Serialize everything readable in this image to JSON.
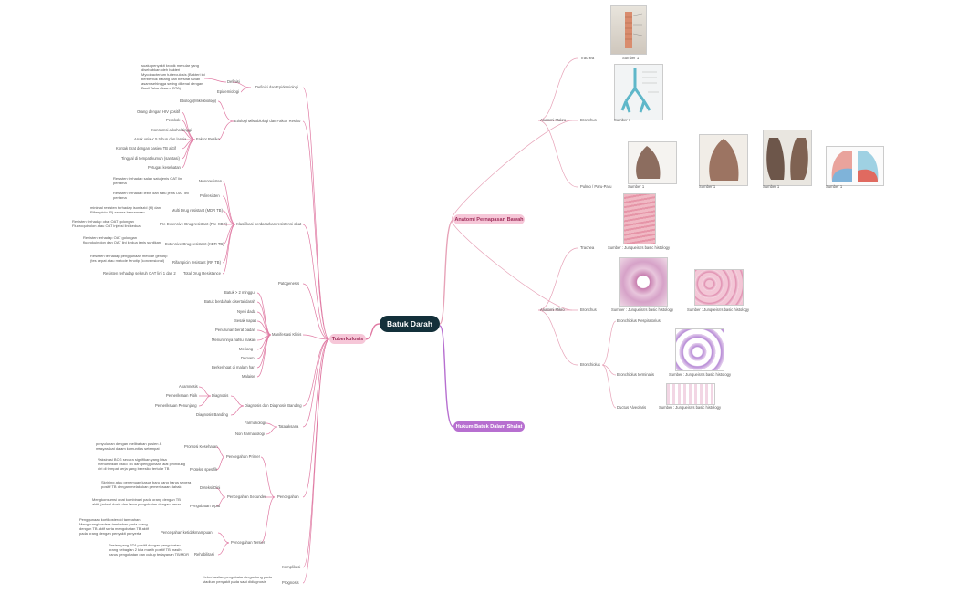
{
  "root": "Batuk Darah",
  "colors": {
    "root": "#13303a",
    "tb": "#e07aa3",
    "anat": "#e7a3b8",
    "hukum": "#b76fd0"
  },
  "tb": {
    "label": "Tuberkulosis",
    "definisi_group": "Definisi dan Epidemiologi",
    "definisi": "Definisi",
    "definisi_text": "suatu penyakit kronik menular yang disebabkan oleh bakteri Mycobacterium tuberculosis (Bakteri ini berbentuk batang dan bersifat tahan asam sehingga sering dikenal dengan Basil Tahan Asam (BTA)",
    "epidemiologi": "Epidemiologi",
    "etio_group": "Etiologi Mikrobiologi dan Faktor Resiko",
    "etiologi": "Etiologi (Mikrobiologi)",
    "faktor": "Faktor Resiko",
    "faktor_items": [
      "Orang dengan HIV positif",
      "Perokok",
      "Konsumsi alkohol tinggi",
      "Anak usia < 5 tahun dan lansia",
      "Kontak Erat dengan pasien TB aktif",
      "Tinggal di tempat kumuh (sanitasi)",
      "Petugas kesehatan"
    ],
    "klas_group": "Klasifikasi berdasarkan resistensi obat",
    "klas_items": [
      {
        "label": "Monoresisten",
        "desc": "Resisten terhadap salah satu jenis OAT lini pertama"
      },
      {
        "label": "Poliresisten",
        "desc": "Resisten terhadap lebih dari satu jenis OAT lini pertama"
      },
      {
        "label": "Multi Drug resistant (MDR TB)",
        "desc": "minimal resisten terhadap isoniazid (H) dan Rifampicin (R) secara bersamaan"
      },
      {
        "label": "Pre-Extensive Drug resistant (Pre-XDR)",
        "desc": "Resisten terhadap obat OAT golongan Fluoroquinolon atau OAT injeksi lini kedua"
      },
      {
        "label": "Extensive Drug resistant (XDR TB)",
        "desc": "Resisten terhadap OAT golongan fluorokuinolon dan OAT lini kedua jenis suntikan"
      },
      {
        "label": "Rifampicin resistant (RR TB)",
        "desc": "Resisten terhadap penggunaan metode genotip (tes cepat atau metode fenotip (konvensional)"
      },
      {
        "label": "Total Drug Resistance",
        "desc": "Resisten terhadap seluruh OAT lini 1 dan 2"
      }
    ],
    "patogenesis": "Patogenesis",
    "manifestasi": "Manifestasi Klinis",
    "manifestasi_items": [
      "Batuk > 2 minggu",
      "Batuk berdahak disertai darah",
      "Nyeri dada",
      "Sesak napas",
      "Penurunan berat badan",
      "Menurunnya nafsu makan",
      "Meriang",
      "Demam",
      "Berkeringat di malam hari",
      "Malaise"
    ],
    "diagnosis_group": "Diagnosis dan Diagnosis Banding",
    "diagnosis": "Diagnosis",
    "diagnosis_items": [
      "Anamnesis",
      "Pemeriksaan Fisik",
      "Pemeriksaan Penunjang"
    ],
    "diagnosis_banding": "Diagnosis Banding",
    "tatalaksana": "Tatalaksana",
    "tatalaksana_items": [
      "Farmakologi",
      "Non Farmakologi"
    ],
    "pencegahan": "Pencegahan",
    "primer": "Pencegahan Primer",
    "primer_items": [
      {
        "label": "Promosi Kesehatan",
        "desc": "penyuluhan dengan melibatkan pasien & masyarakat dalam komunitas setempat"
      },
      {
        "label": "Proteksi spesifik",
        "desc": "Vaksinasi BCG secara signifikan yang bisa menurunkan risiko TB dan penggunaan alat pelindung diri di tempat kerja yang beresiko tertular TB"
      }
    ],
    "sekunder": "Pencegahan Sekunder",
    "sekunder_items": [
      {
        "label": "Deteksi Dini",
        "desc": "Skrining atau penemuan kasus baru yang harus segera positif TB dengan melakukan pemeriksaan dahak"
      },
      {
        "label": "Pengobatan tepat",
        "desc": "Mengkonsumsi obat kombinasi pada orang dengan TB aktif, jadwal dosis dan lama pengobatan dengan benar"
      }
    ],
    "tersier": "Pencegahan Tersier",
    "tersier_items": [
      {
        "label": "Pencegahan ketidakmampuan",
        "desc": "Penggunaan kortikosteroid tambahan. Mengurangi cedera tambahan pada orang dengan TB aktif serta mengobatan TB aktif pada orang dengan penyakit penyerta"
      },
      {
        "label": "Rehabilitasi",
        "desc": "Pasien yang BTA positif dengan pengobatan orang sebagian 2 kita masih positif TB masih harus pengobatan dan cukup terlayanan TB/MDR"
      }
    ],
    "komplikasi": "Komplikasi",
    "prognosis": "Prognosis",
    "prognosis_desc": "Keberhasilan pengobatan tergantung pada stadium penyakit pada saat didiagnosis"
  },
  "anat": {
    "label": "Anatomi Pernapasan Bawah",
    "makro": "Anatomi Makro",
    "mikro": "Anatomi Mikro",
    "makro_trachea": "Trachea",
    "makro_bronchus": "Bronchus",
    "makro_pulmo": "Pulmo / Paru-Paru",
    "sumber1": "Sumber 1",
    "mikro_trachea": "Trachea",
    "mikro_bronchus": "Bronchus",
    "mikro_bronchiolus": "Bronchiolus",
    "sumber_junq": "Sumber : Junqueira's basic histology",
    "bronchiolus_respiratorius": "Bronchiolus Respiratorius",
    "bronchiolus_terminalis": "Bronchiolus terminalis",
    "ductus": "Ductus Alveolaris"
  },
  "hukum": {
    "label": "Hukum Batuk Dalam Shalat"
  }
}
